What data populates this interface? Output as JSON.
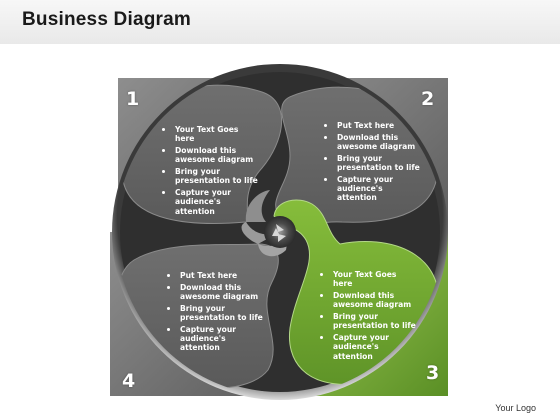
{
  "header": {
    "title": "Business Diagram"
  },
  "footer": {
    "logo_text": "Your Logo"
  },
  "colors": {
    "accent_green": "#7cb342",
    "dark_gray": "#555555",
    "mid_gray": "#7a7a7a",
    "light_gray": "#bdbdbd"
  },
  "diagram": {
    "quadrants": [
      {
        "number": "1",
        "bullets": [
          "Your Text Goes here",
          "Download this awesome diagram",
          "Bring your presentation to life",
          "Capture your audience's attention"
        ]
      },
      {
        "number": "2",
        "bullets": [
          "Put Text here",
          "Download this awesome diagram",
          "Bring your presentation to life",
          "Capture your audience's attention"
        ]
      },
      {
        "number": "3",
        "bullets": [
          "Your Text Goes here",
          "Download this awesome diagram",
          "Bring your presentation to life",
          "Capture your audience's attention"
        ]
      },
      {
        "number": "4",
        "bullets": [
          "Put Text here",
          "Download this awesome diagram",
          "Bring your presentation to life",
          "Capture your audience's attention"
        ]
      }
    ]
  }
}
